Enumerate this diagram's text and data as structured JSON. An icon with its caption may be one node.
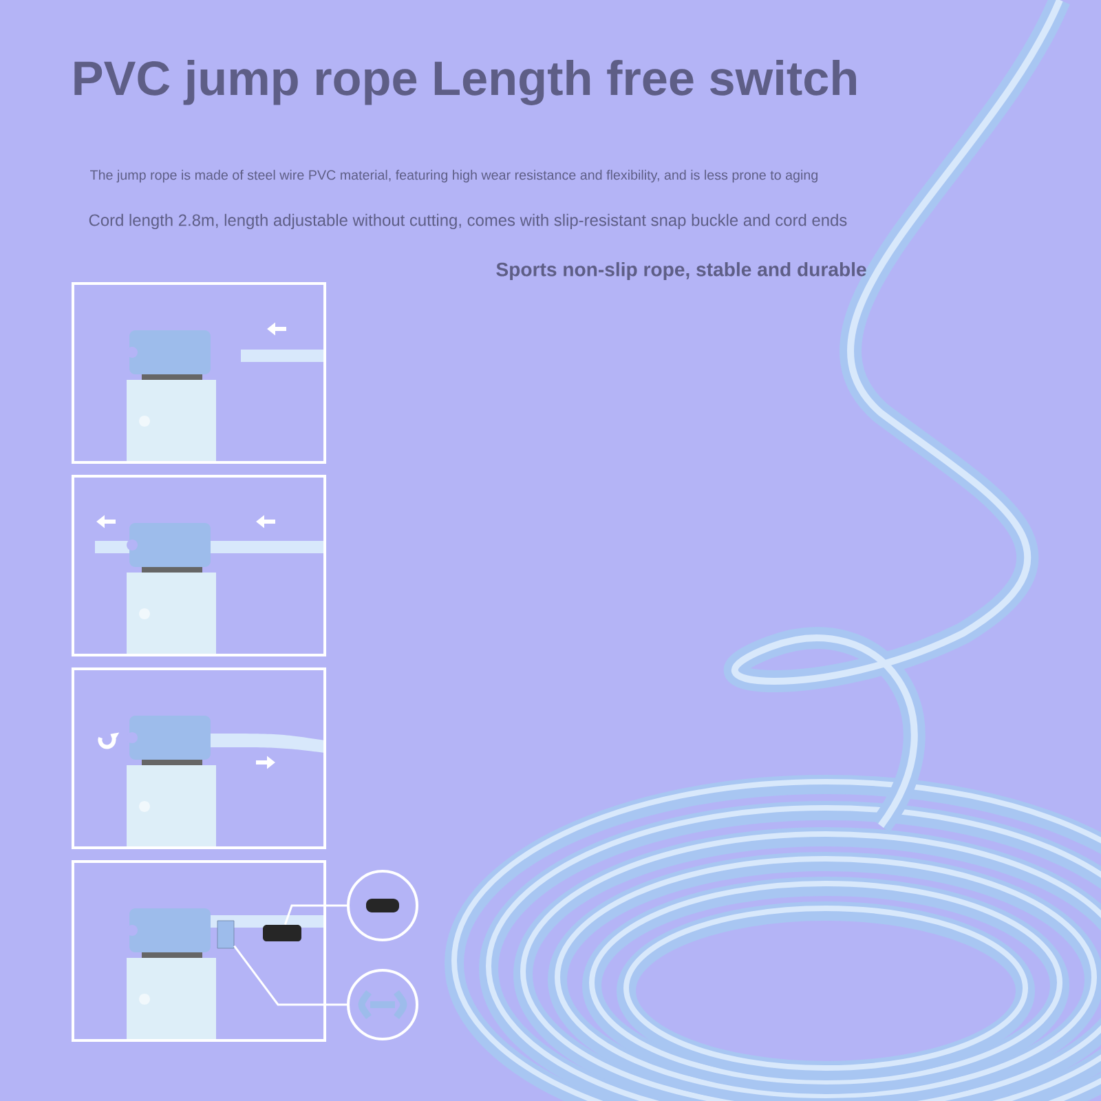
{
  "diagram": {
    "title": "PVC jump rope Length free switch",
    "nodes": [
      {
        "text": [],
        "shape": "picture"
      },
      {
        "text": [],
        "shape": "picture"
      },
      {
        "text": [],
        "shape": "picture"
      },
      {
        "text": [],
        "shape": "picture"
      },
      {
        "text": [],
        "shape": "circle"
      },
      {
        "text": [],
        "shape": "circle"
      },
      {
        "text": [],
        "shape": "box",
        "in": 3
      },
      {
        "text": [],
        "shape": "box",
        "in": 3
      }
    ],
    "edges": [
      {
        "from": 4,
        "to": 7,
        "arrow": "none"
      },
      {
        "from": 5,
        "to": 6,
        "arrow": "none"
      }
    ],
    "labels": [
      "The jump rope is made of steel wire PVC material, featuring high wear resistance and flexibility, and is less prone to aging",
      "Cord length 2.8m, length adjustable without cutting, comes with slip-resistant snap buckle and cord ends",
      "Sports non-slip rope, stable and durable"
    ]
  }
}
